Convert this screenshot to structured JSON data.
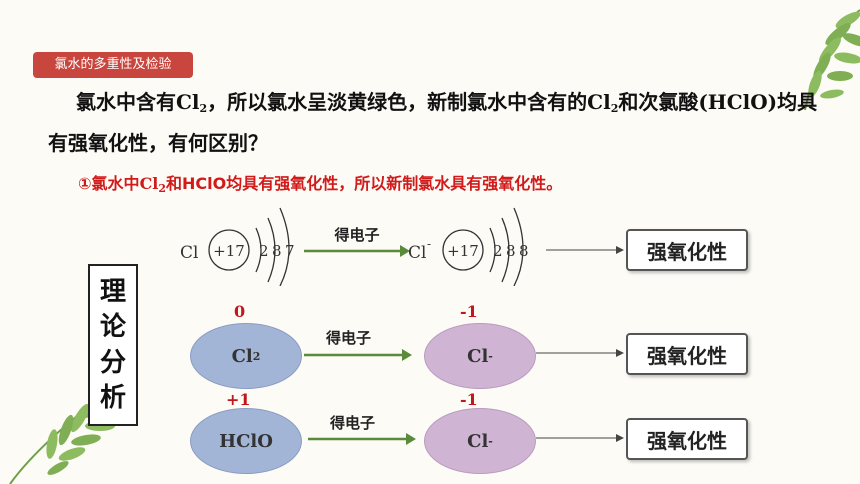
{
  "topic_tag": "氯水的多重性及检验",
  "question": {
    "p1": "氯水中含有",
    "cl": "Cl",
    "sub2": "2",
    "p2": "，所以氯水呈淡黄绿色，新制氯水中含有的",
    "p3": "和次氯酸",
    "hclo": "(HClO)",
    "p4": "均具有强氧化性，有何区别？"
  },
  "answer": {
    "a1": "①氯水中",
    "cl": "Cl",
    "sub2": "2",
    "a2": "和HClO均具有强氧化性，所以新制氯水具有强氧化性。"
  },
  "theory_label": [
    "理",
    "论",
    "分",
    "析"
  ],
  "atom_row": {
    "cl_symbol": "Cl",
    "nucleus_left": "+17",
    "shells_left": [
      "2",
      "8",
      "7"
    ],
    "gain_label": "得电子",
    "cl_ion_symbol": "Cl",
    "ion_sup": "-",
    "nucleus_right": "+17",
    "shells_right": [
      "2",
      "8",
      "8"
    ],
    "result": "强氧化性"
  },
  "row_cl2": {
    "charge_left": "0",
    "species": "Cl",
    "species_sub": "2",
    "gain_label": "得电子",
    "charge_right": "-1",
    "product": "Cl",
    "product_sup": "-",
    "result": "强氧化性"
  },
  "row_hclo": {
    "charge_left": "+1",
    "species": "HClO",
    "gain_label": "得电子",
    "charge_right": "-1",
    "product": "Cl",
    "product_sup": "-",
    "result": "强氧化性"
  },
  "colors": {
    "tag_bg": "#c8463e",
    "answer_red": "#d11a1a",
    "arrow_green": "#5a8a3a",
    "ellipse_blue": "#a3b5d6",
    "ellipse_pink": "#cfb5d3",
    "leaf_green": "#7fae55"
  }
}
